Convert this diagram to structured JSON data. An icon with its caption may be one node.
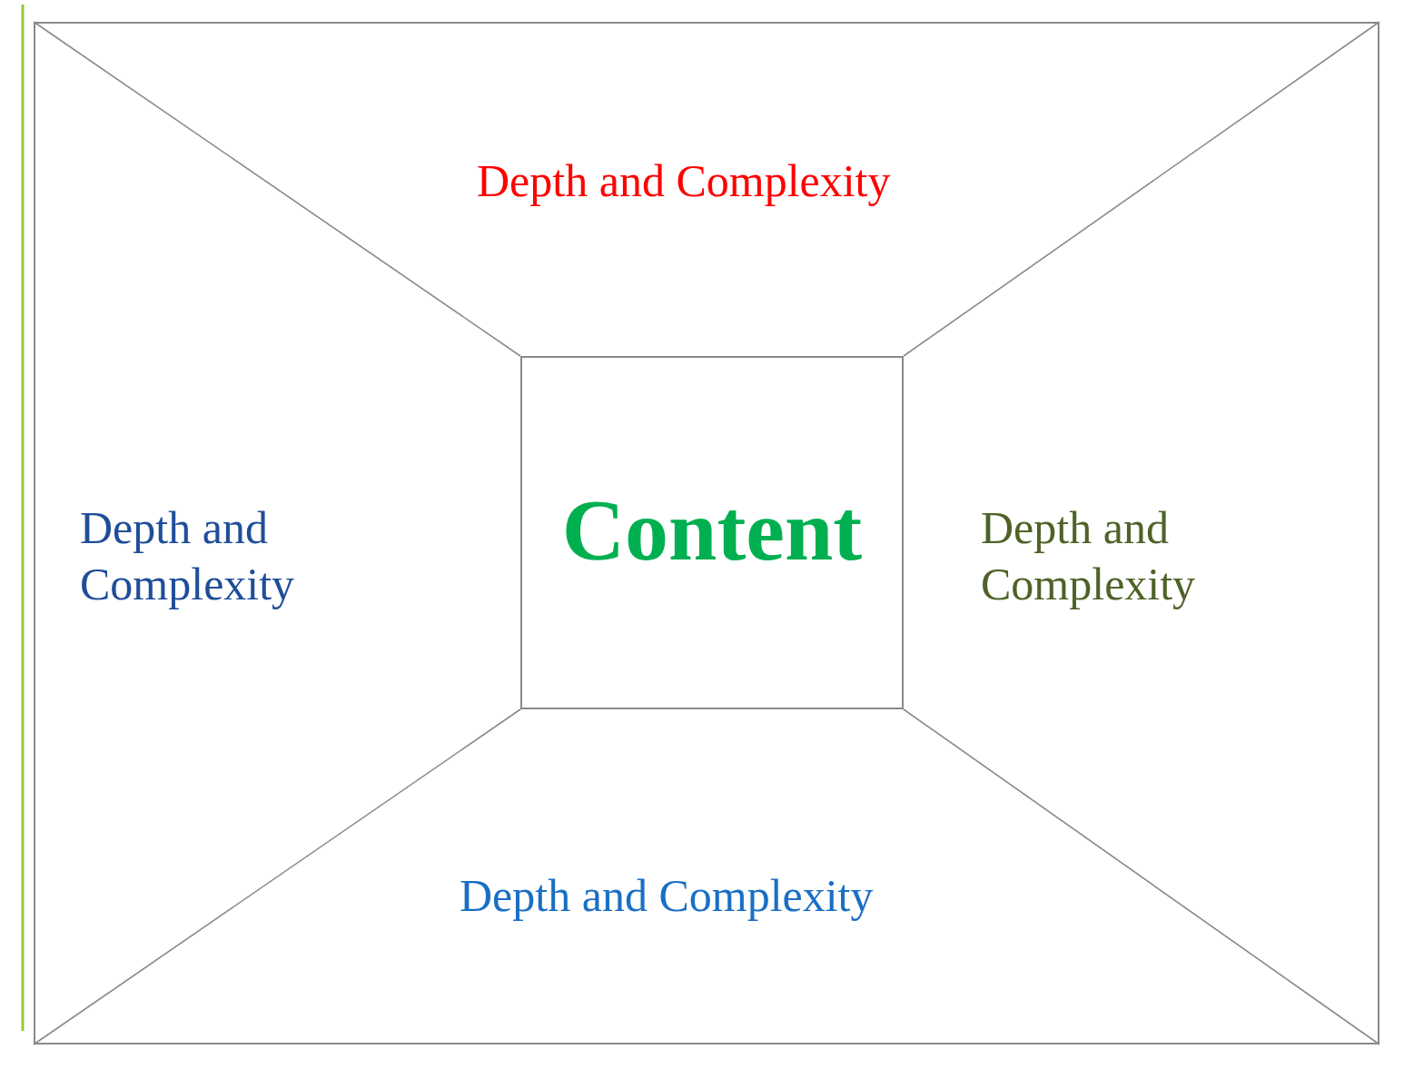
{
  "diagram": {
    "nodes": [
      {
        "text": [],
        "shape": "box"
      },
      {
        "text": [
          "Content"
        ],
        "in": 0
      }
    ],
    "edges": [
      {
        "from": 0,
        "to": 1,
        "arrow": "none"
      },
      {
        "from": 0,
        "to": 1,
        "arrow": "none"
      },
      {
        "from": 0,
        "to": 1,
        "arrow": "none"
      },
      {
        "from": 0,
        "to": 1,
        "arrow": "none"
      }
    ],
    "labels": [
      "Depth and Complexity",
      "Depth and Complexity",
      "Depth and Complexity",
      "Depth and Complexity"
    ]
  }
}
